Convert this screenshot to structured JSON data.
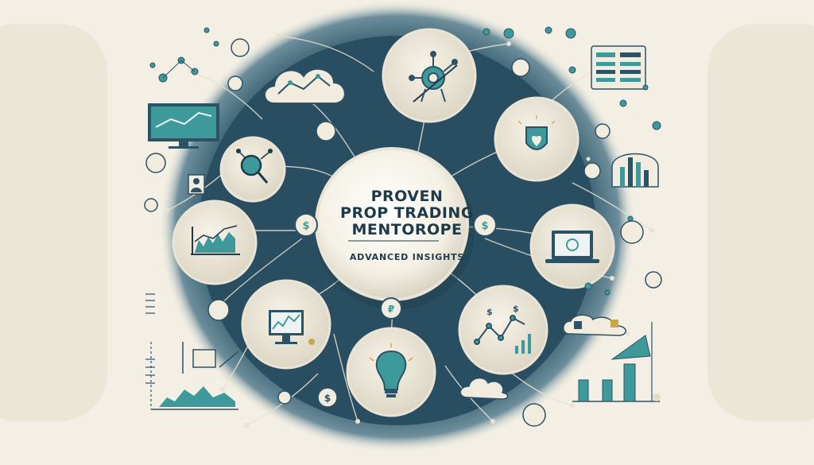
{
  "hub": {
    "title_lines": [
      "PROVEN",
      "PROP TRADING",
      "MENTOROPE"
    ],
    "subtitle": "ADVANCED INSIGHTS"
  },
  "colors": {
    "background": "#f3efe4",
    "navy": "#2c5266",
    "teal": "#3e9a9a",
    "cream": "#f1ecdd",
    "ink": "#1e3a4a"
  },
  "nodes": [
    {
      "name": "network-pivot-node",
      "icon": "pivot-chart-icon"
    },
    {
      "name": "shield-node",
      "icon": "heart-shield-icon"
    },
    {
      "name": "laptop-node",
      "icon": "laptop-icon"
    },
    {
      "name": "chart-bubble-node",
      "icon": "line-chart-icon"
    },
    {
      "name": "lightbulb-node",
      "icon": "lightbulb-icon"
    },
    {
      "name": "desktop-node",
      "icon": "desktop-chart-icon"
    },
    {
      "name": "bar-chart-node",
      "icon": "bar-chart-icon"
    },
    {
      "name": "magnifier-node",
      "icon": "magnifier-icon"
    }
  ]
}
